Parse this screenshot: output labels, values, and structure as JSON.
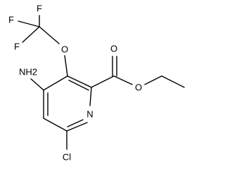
{
  "atoms": {
    "F1": "F",
    "F2": "F",
    "F3": "F",
    "O_ether": "O",
    "NH2": "NH2",
    "N_ring": "N",
    "Cl": "Cl",
    "O_carbonyl": "O",
    "O_ester": "O"
  },
  "colors": {
    "bond": "#000000",
    "text": "#000000",
    "background": "#ffffff"
  }
}
